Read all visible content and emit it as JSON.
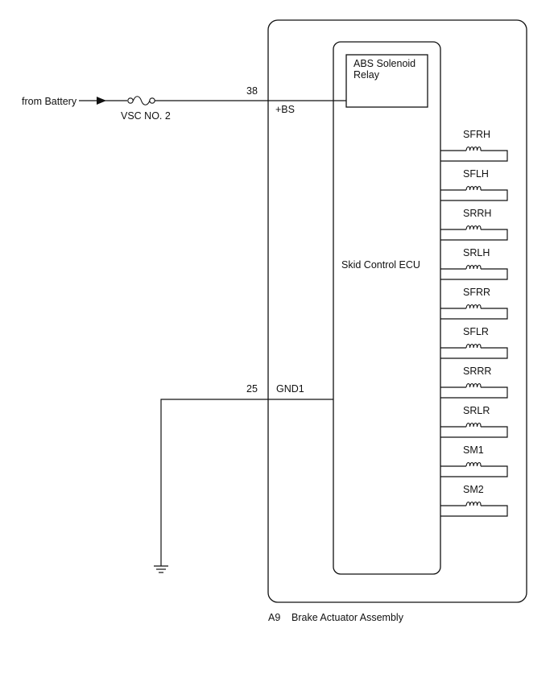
{
  "source": {
    "label": "from Battery"
  },
  "fuse": {
    "label": "VSC NO. 2"
  },
  "pins": {
    "bs_number": "38",
    "bs_name": "+BS",
    "gnd_number": "25",
    "gnd_name": "GND1"
  },
  "relay": {
    "line1": "ABS Solenoid",
    "line2": "Relay"
  },
  "ecu": {
    "label": "Skid Control ECU"
  },
  "solenoids": [
    "SFRH",
    "SFLH",
    "SRRH",
    "SRLH",
    "SFRR",
    "SFLR",
    "SRRR",
    "SRLR",
    "SM1",
    "SM2"
  ],
  "assembly": {
    "code": "A9",
    "name": "Brake Actuator Assembly"
  }
}
